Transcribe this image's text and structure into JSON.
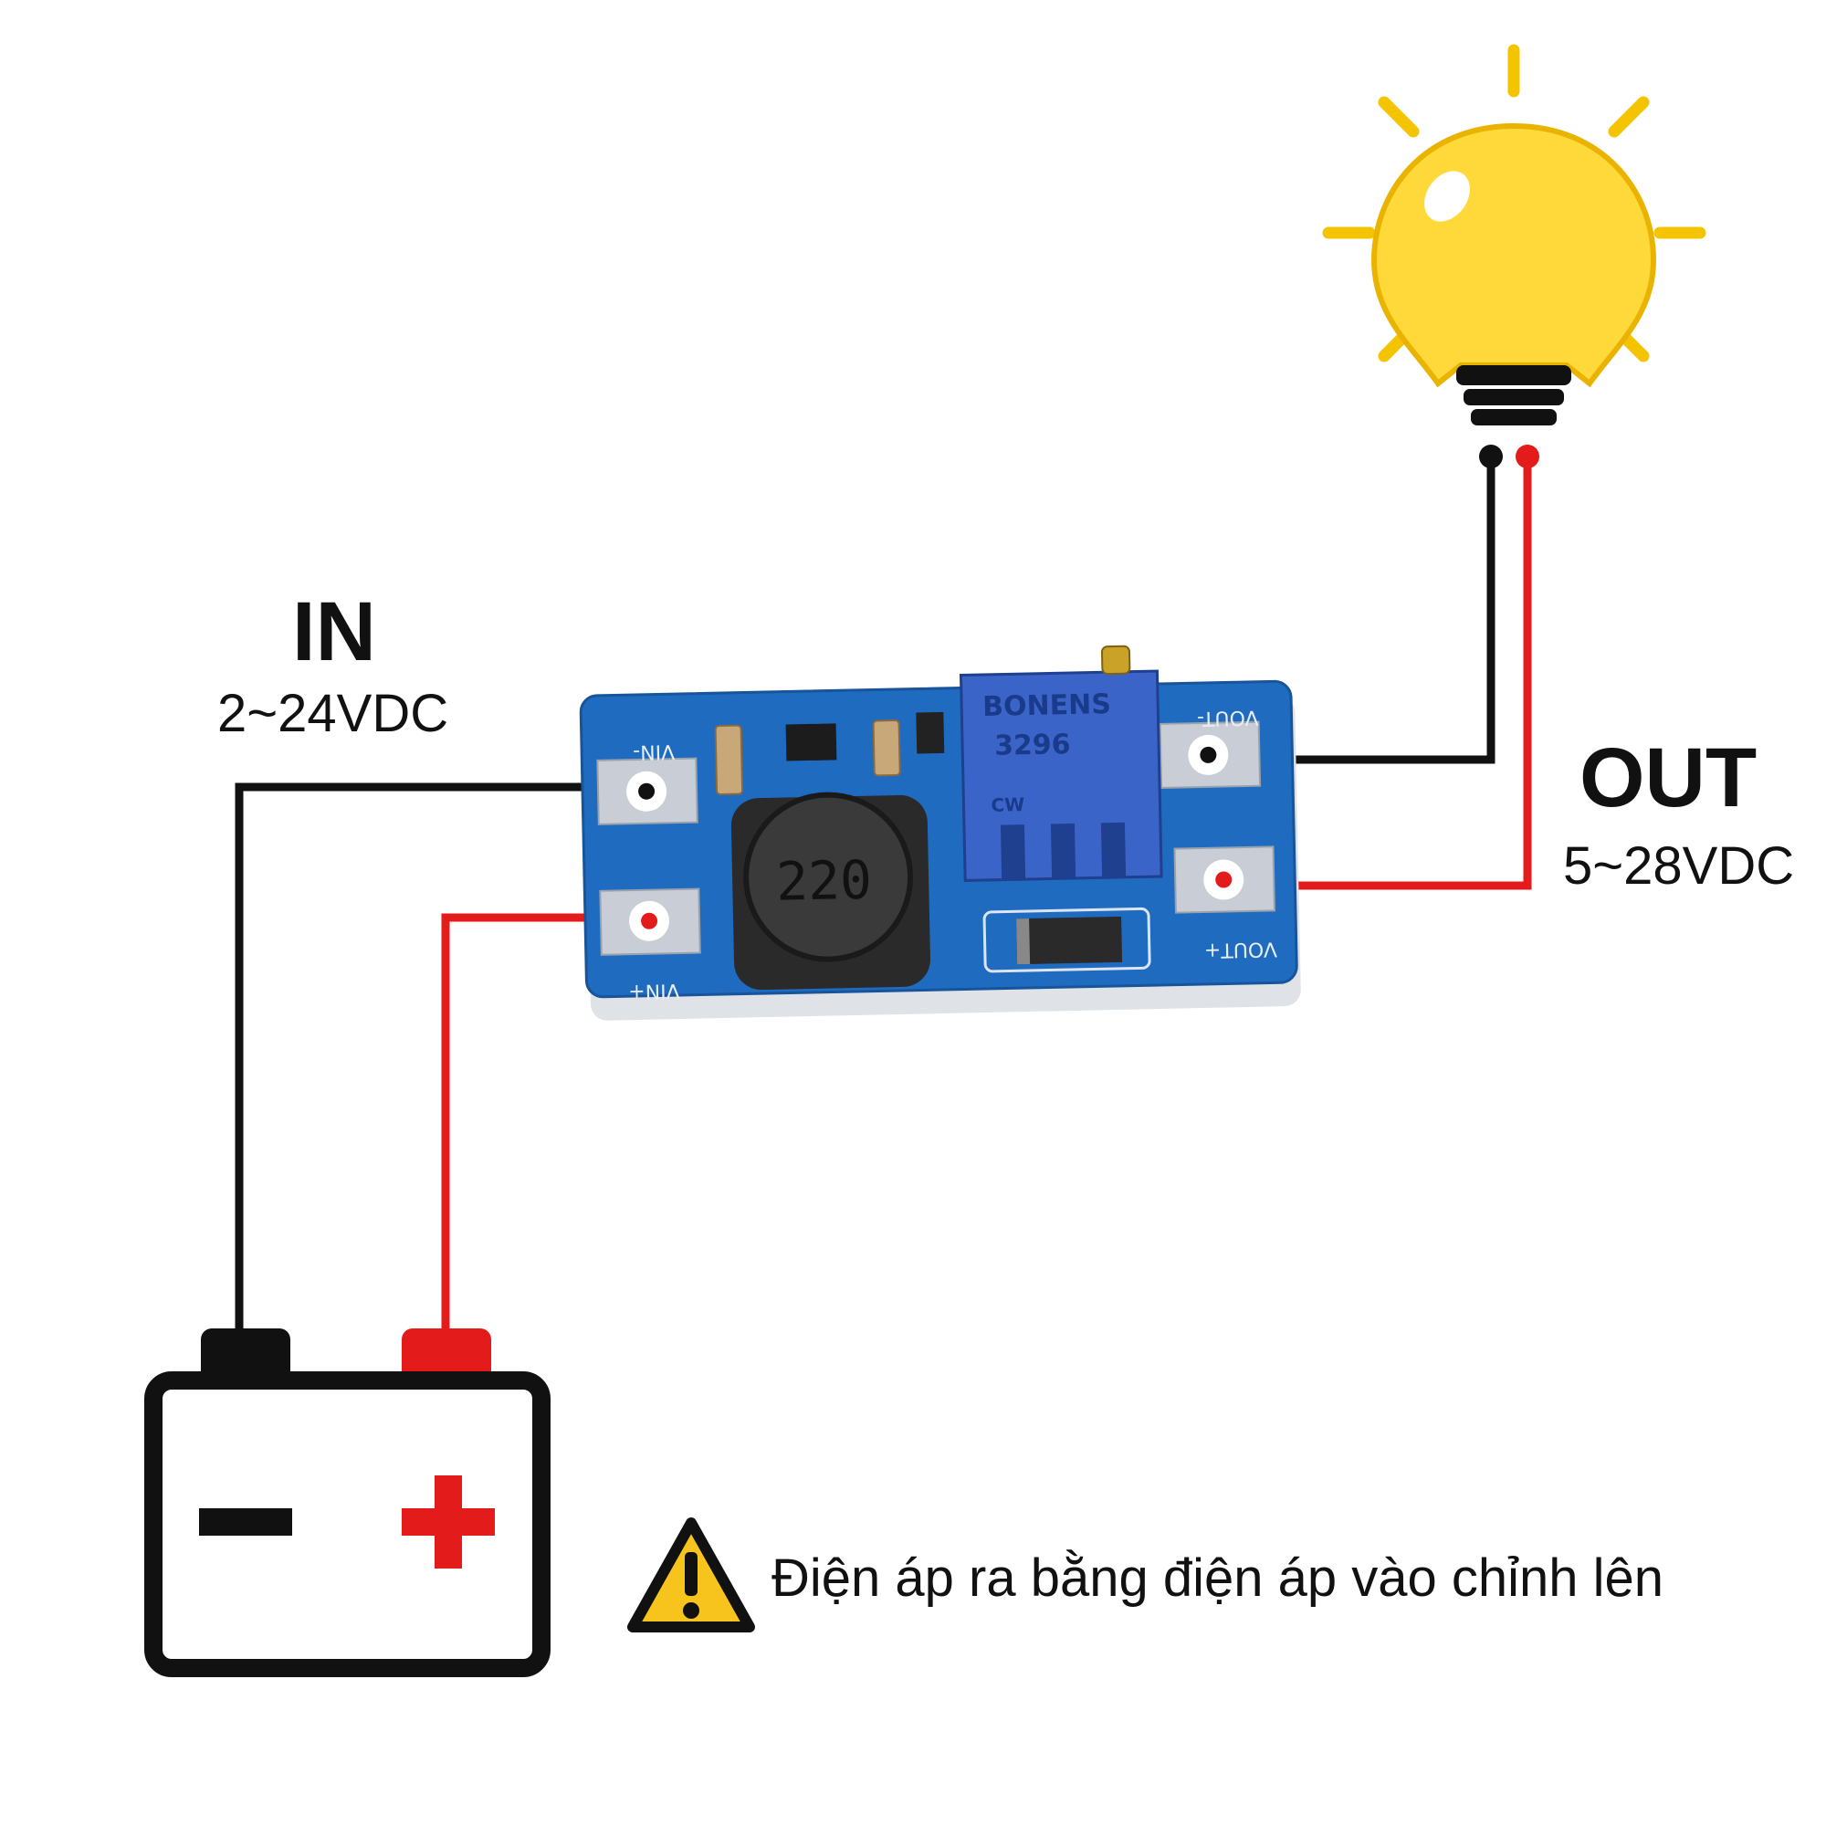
{
  "input": {
    "title": "IN",
    "range": "2~24VDC"
  },
  "output": {
    "title": "OUT",
    "range": "5~28VDC"
  },
  "board": {
    "vin_minus": "VIN-",
    "vin_plus": "VIN+",
    "vout_minus": "VOUT-",
    "vout_plus": "VOUT+",
    "inductor_marking": "220",
    "pot_brand": "BONENS",
    "pot_model": "3296",
    "pot_direction": "CW"
  },
  "note": "Điện áp ra bằng điện áp vào chỉnh lên",
  "colors": {
    "wire_negative": "#111111",
    "wire_positive": "#e31b1b",
    "bulb": "#ffd83a",
    "rays": "#f5c400",
    "pcb": "#1f6bc0",
    "warning": "#f7c41e"
  },
  "icons": [
    "battery-icon",
    "light-bulb-icon",
    "warning-icon"
  ]
}
